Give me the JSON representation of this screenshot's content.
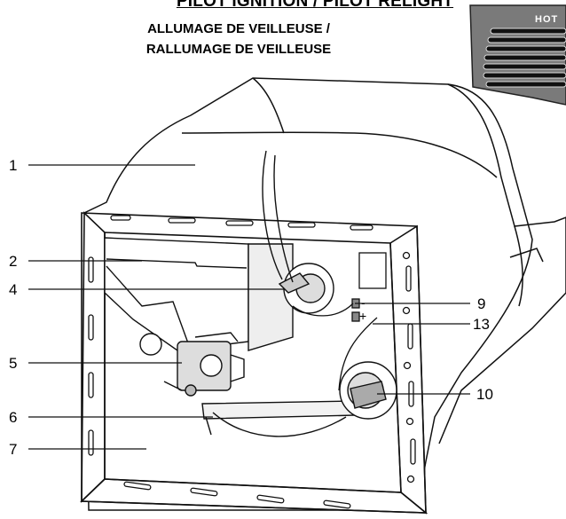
{
  "titles": {
    "main": "PILOT IGNITION / PILOT RELIGHT",
    "line2": "ALLUMAGE DE VEILLEUSE /",
    "line3": "RALLUMAGE DE VEILLEUSE"
  },
  "hot_label": "HOT",
  "callouts": [
    {
      "num": "1"
    },
    {
      "num": "2"
    },
    {
      "num": "4"
    },
    {
      "num": "5"
    },
    {
      "num": "6"
    },
    {
      "num": "7"
    },
    {
      "num": "9"
    },
    {
      "num": "13"
    },
    {
      "num": "10"
    }
  ],
  "terminals": {
    "minus": "-",
    "plus": "+"
  }
}
